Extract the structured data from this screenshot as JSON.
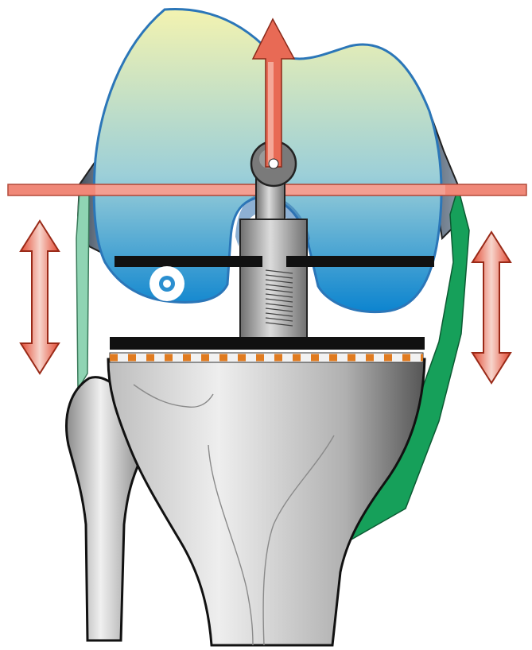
{
  "diagram": {
    "subject": "knee-joint-tensioner",
    "colors": {
      "femur_top": "#f3f3b0",
      "femur_mid": "#9ccfd8",
      "femur_bottom": "#0c84cf",
      "femur_outline": "#2b76b8",
      "posterior_condyle": "#5e6e80",
      "bone_light": "#eeeeee",
      "bone_mid": "#bdbdbd",
      "bone_dark": "#555555",
      "ligament_medial": "#16a05a",
      "ligament_lateral": "#8fd4b3",
      "arrow_fill": "#e24a33",
      "arrow_light": "#f7d5cc",
      "axis_line": "#f08878",
      "plate": "#111111",
      "spacer_dashes": "#e07b20",
      "post_light": "#dcdcdc",
      "post_dark": "#6f6f6f"
    },
    "parts": [
      "femur",
      "tibia",
      "fibula",
      "medial-ligament",
      "lateral-ligament",
      "distraction-post",
      "femoral-paddle",
      "tibial-plate",
      "tibial-spacer",
      "rotation-pivot",
      "transepicondylar-axis",
      "up-arrow",
      "gap-arrow-left",
      "gap-arrow-right",
      "femoral-marker-ring"
    ]
  }
}
